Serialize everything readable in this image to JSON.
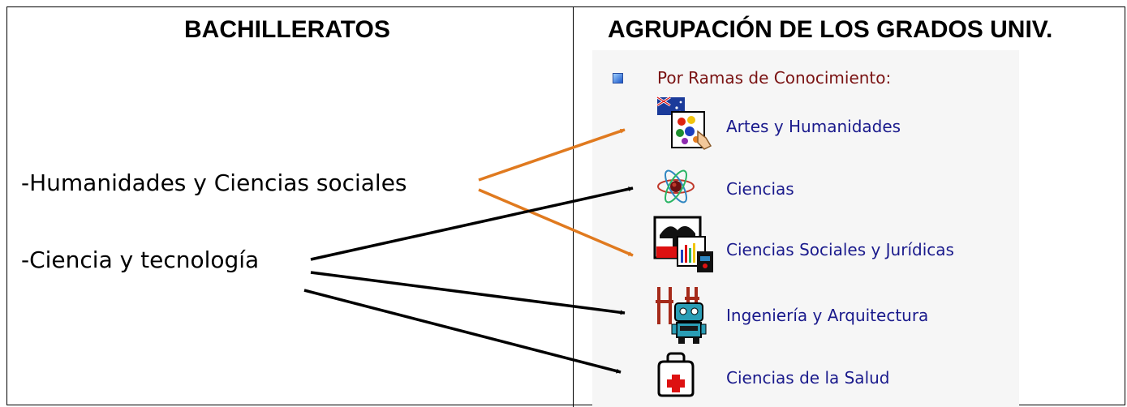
{
  "left_header": "BACHILLERATOS",
  "right_header": "AGRUPACIÓN DE LOS GRADOS UNIV.",
  "sources": [
    {
      "id": "humanidades",
      "label": "-Humanidades y Ciencias sociales"
    },
    {
      "id": "ciencia",
      "label": "-Ciencia y tecnología"
    }
  ],
  "panel_title": "Por Ramas de Conocimiento:",
  "branches": [
    {
      "label": "Artes y Humanidades",
      "icon": "paint-palette-icon"
    },
    {
      "label": "Ciencias",
      "icon": "atom-icon"
    },
    {
      "label": "Ciencias Sociales y Jurídicas",
      "icon": "social-sciences-icon"
    },
    {
      "label": "Ingeniería y Arquitectura",
      "icon": "robot-icon"
    },
    {
      "label": "Ciencias de la Salud",
      "icon": "medical-kit-icon"
    }
  ],
  "connections": [
    {
      "from": "humanidades",
      "to": "Artes y Humanidades",
      "color": "#e07a1f"
    },
    {
      "from": "humanidades",
      "to": "Ciencias Sociales y Jurídicas",
      "color": "#e07a1f"
    },
    {
      "from": "ciencia",
      "to": "Ciencias",
      "color": "#000000"
    },
    {
      "from": "ciencia",
      "to": "Ingeniería y Arquitectura",
      "color": "#000000"
    },
    {
      "from": "ciencia",
      "to": "Ciencias de la Salud",
      "color": "#000000"
    }
  ]
}
